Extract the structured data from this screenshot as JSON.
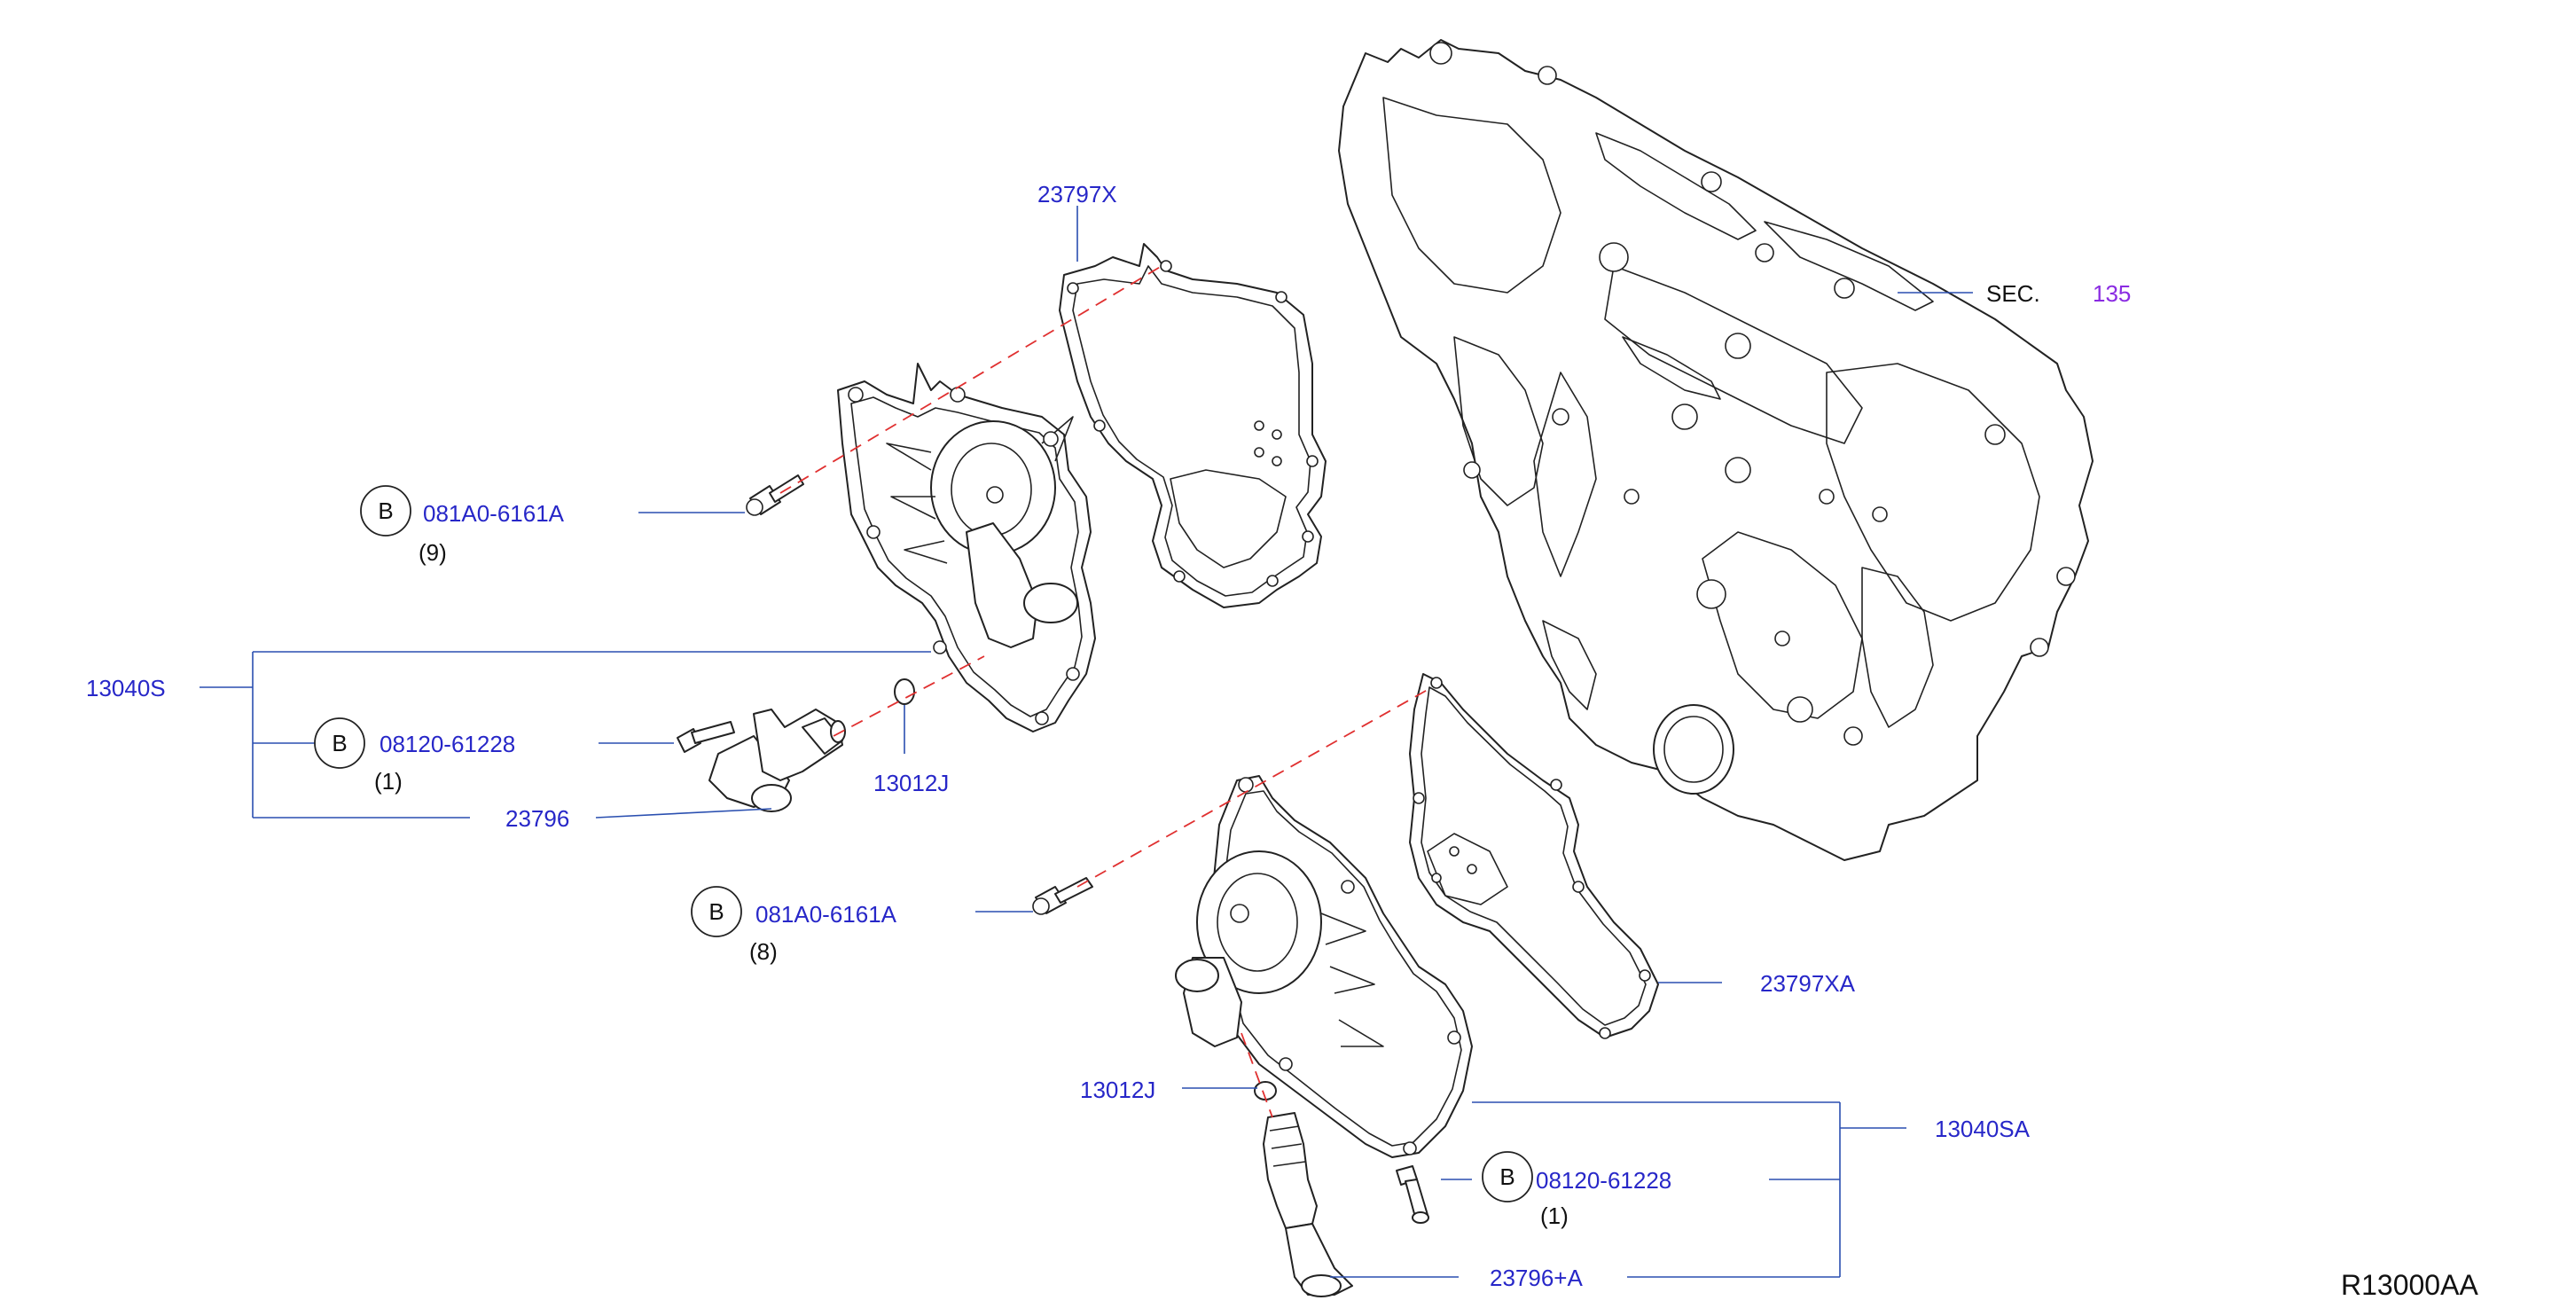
{
  "callouts": {
    "gasket_upper": "23797X",
    "gasket_lower": "23797XA",
    "sec_label": "SEC.",
    "sec_number": "135",
    "bolt_upper": "081A0-6161A",
    "bolt_upper_qty": "(9)",
    "bolt_lower": "081A0-6161A",
    "bolt_lower_qty": "(8)",
    "assembly_left": "13040S",
    "assembly_right": "13040SA",
    "screw_left": "08120-61228",
    "screw_left_qty": "(1)",
    "screw_right": "08120-61228",
    "screw_right_qty": "(1)",
    "oring_left": "13012J",
    "oring_right": "13012J",
    "solenoid_left": "23796",
    "solenoid_right": "23796+A"
  },
  "badge_letter": "B",
  "reference_code": "R13000AA",
  "colors": {
    "callout_text": "#2727c8",
    "section_number": "#8a2be2",
    "leader_line": "#2a4fb0",
    "phantom_line": "#e03030",
    "outline": "#222222"
  }
}
